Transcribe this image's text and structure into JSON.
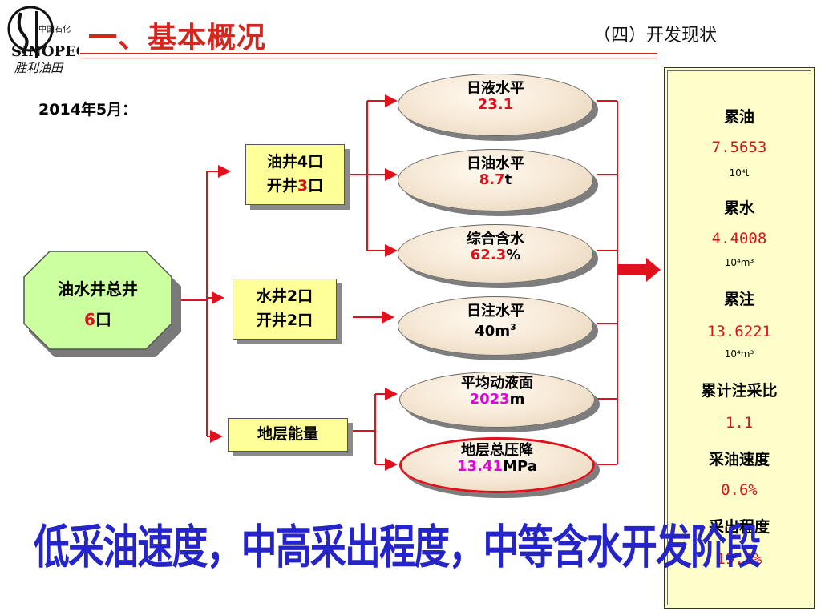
{
  "header": {
    "main_title": "一、基本概况",
    "section_title": "（四）开发现状",
    "logo_subtitle": "胜利油田"
  },
  "date": "2014年5月：",
  "total_wells": {
    "label": "油水井总井",
    "value": "6",
    "unit": "口"
  },
  "oil_well": {
    "line1": "油井4口",
    "line2_prefix": "开井",
    "line2_value": "3",
    "line2_suffix": "口"
  },
  "water_well": {
    "line1": "水井2口",
    "line2": "开井2口"
  },
  "formation_energy": {
    "label": "地层能量"
  },
  "ovals": {
    "liquid": {
      "label": "日液水平",
      "value": "23.1",
      "unit": ""
    },
    "oil": {
      "label": "日油水平",
      "value": "8.7",
      "unit": "t"
    },
    "watercut": {
      "label": "综合含水",
      "value": "62.3",
      "unit": "%"
    },
    "injection": {
      "label": "日注水平",
      "value": "40m",
      "sup": "3"
    },
    "fluid_level": {
      "label": "平均动液面",
      "value": "2023",
      "unit": "m"
    },
    "pressure_drop": {
      "label": "地层总压降",
      "value": "13.41",
      "unit": "MPa"
    }
  },
  "panel": {
    "cum_oil_label": "累油",
    "cum_oil_value": "7.5653",
    "cum_oil_unit": "10⁴t",
    "cum_water_label": "累水",
    "cum_water_value": "4.4008",
    "cum_water_unit": "10⁴m³",
    "cum_inj_label": "累注",
    "cum_inj_value": "13.6221",
    "cum_inj_unit": "10⁴m³",
    "ratio_label": "累计注采比",
    "ratio_value": "1.1",
    "speed_label": "采油速度",
    "speed_value": "0.6%",
    "degree_label": "采出程度",
    "degree_value": "19.1%"
  },
  "conclusion": "低采油速度，中高采出程度，中等含水开发阶段",
  "colors": {
    "accent_red": "#d4261c",
    "box_yellow": "#ffff99",
    "conclusion_blue": "#2424c8",
    "value_red": "#e0101c",
    "value_magenta": "#e000e0"
  }
}
